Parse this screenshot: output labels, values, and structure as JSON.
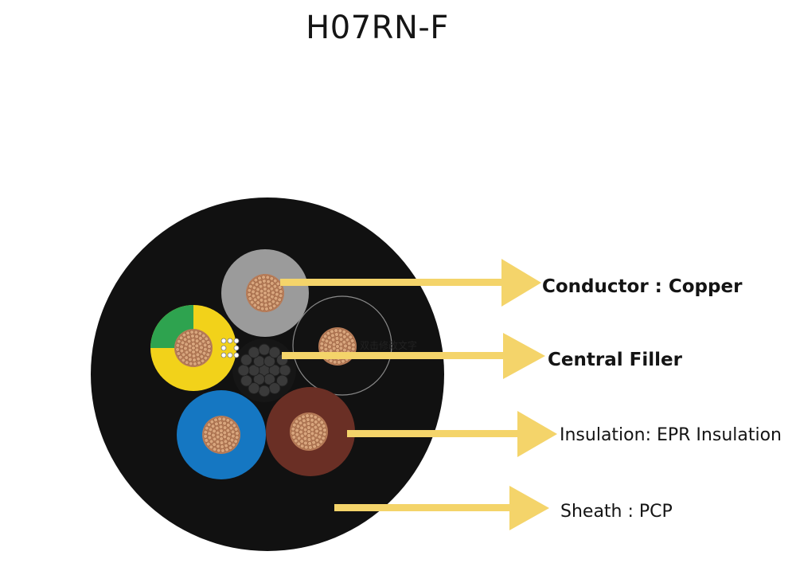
{
  "title": "H07RN-F",
  "edit_hint": "双击修改文字",
  "labels": {
    "conductor": "Conductor : Copper",
    "filler": "Central Filler",
    "insulation": "Insulation: EPR Insulation",
    "sheath": "Sheath : PCP"
  },
  "colors": {
    "sheath": "#111111",
    "grey_core": "#9b9b9b",
    "black_core": "#121212",
    "green": "#2ea34f",
    "yellow": "#f2d21a",
    "blue": "#1577c2",
    "brown": "#6a2f25",
    "copper": "#d8a57d",
    "arrow": "#f4d46a",
    "filler": "#3a3a3a"
  }
}
